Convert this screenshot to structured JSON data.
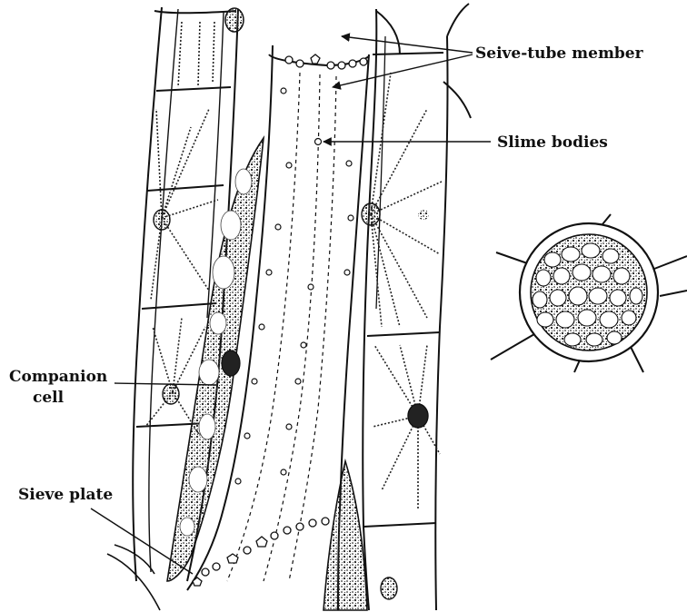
{
  "labels": {
    "sieve_tube_member": "Seive-tube member",
    "slime_bodies": "Slime bodies",
    "companion_cell_line1": "Companion",
    "companion_cell_line2": "cell",
    "sieve_plate": "Sieve plate"
  },
  "colors": {
    "ink": "#111111",
    "stipple": "#2a2a2a",
    "background": "#ffffff"
  }
}
